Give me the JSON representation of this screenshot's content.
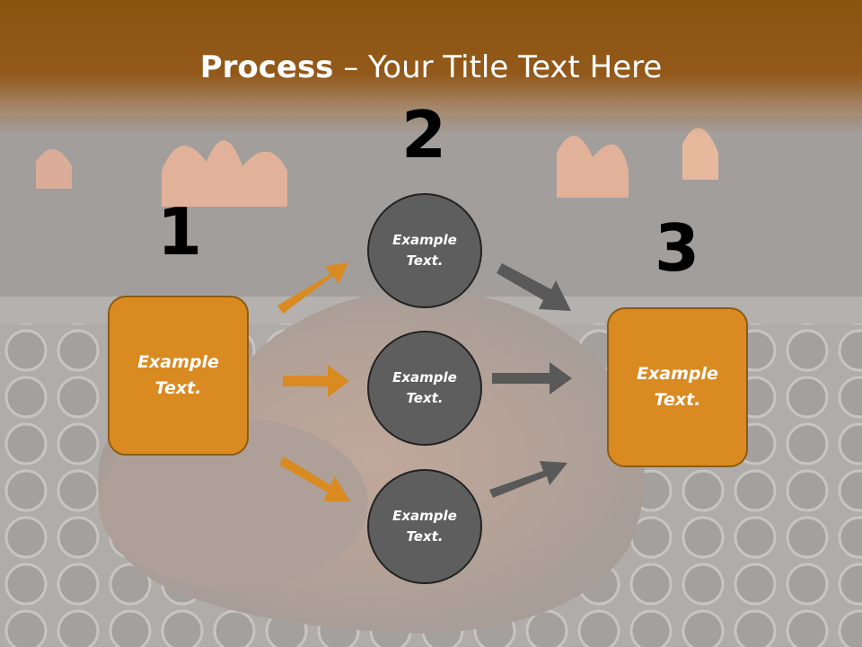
{
  "slide": {
    "title_bold": "Process",
    "title_rest": " – Your Title Text Here",
    "numbers": [
      "1",
      "2",
      "3"
    ],
    "left_box": {
      "line1": "Example",
      "line2": "Text."
    },
    "right_box": {
      "line1": "Example",
      "line2": "Text."
    },
    "circles": [
      {
        "line1": "Example",
        "line2": "Text."
      },
      {
        "line1": "Example",
        "line2": "Text."
      },
      {
        "line1": "Example",
        "line2": "Text."
      }
    ]
  },
  "colors": {
    "header": "#93591a",
    "orange_box": "#d98a21",
    "orange_arrow": "#d98a21",
    "gray_circle": "#5e5e5e",
    "gray_arrow": "#595959"
  }
}
